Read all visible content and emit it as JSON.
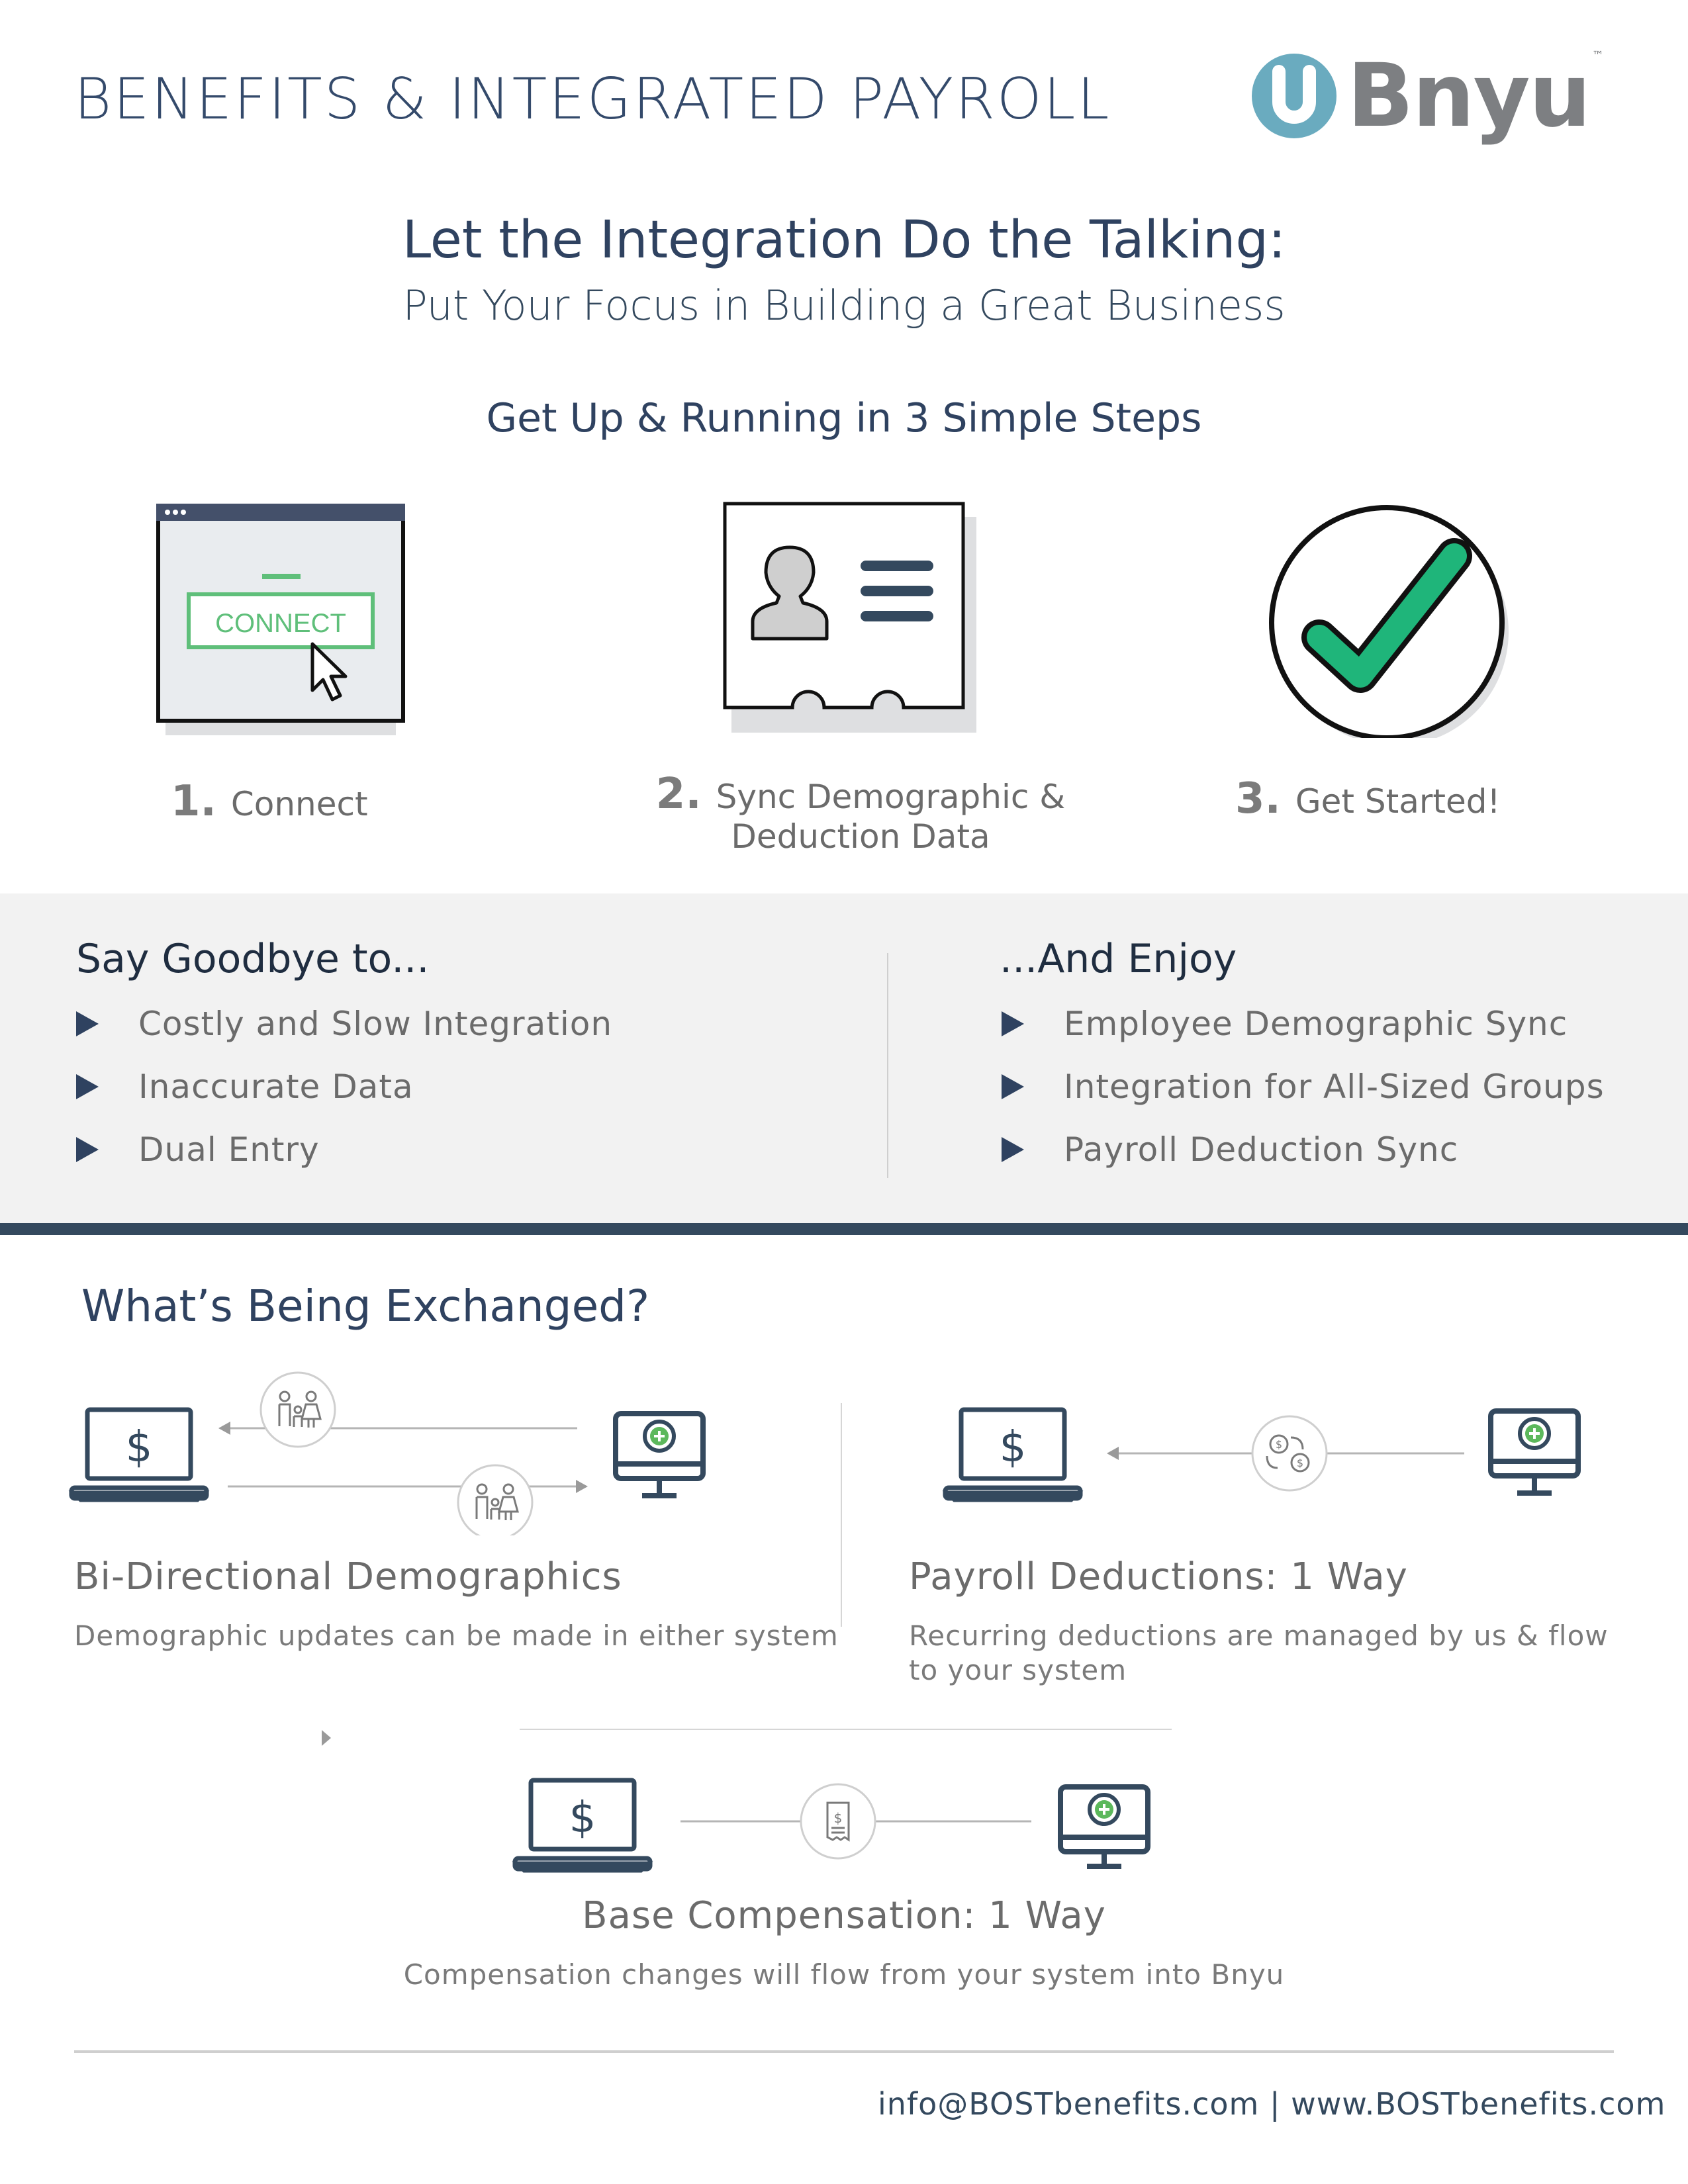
{
  "header": {
    "title": "BENEFITS & INTEGRATED PAYROLL",
    "logo_text": "Bnyu",
    "logo_tm": "™"
  },
  "intro": {
    "headline": "Let the Integration Do the Talking:",
    "subheadline": "Put Your Focus in Building a Great Business"
  },
  "steps": {
    "title": "Get Up & Running in 3 Simple Steps",
    "connect_button_text": "CONNECT",
    "items": [
      {
        "number": "1.",
        "label": "Connect"
      },
      {
        "number": "2.",
        "label_line1": "Sync Demographic &",
        "label_line2": "Deduction Data"
      },
      {
        "number": "3.",
        "label": "Get Started!"
      }
    ]
  },
  "goodbye": {
    "heading": "Say Goodbye to...",
    "items": [
      "Costly and Slow Integration",
      "Inaccurate Data",
      "Dual Entry"
    ]
  },
  "enjoy": {
    "heading": "...And Enjoy",
    "items": [
      "Employee Demographic Sync",
      "Integration for All-Sized Groups",
      "Payroll Deduction Sync"
    ]
  },
  "exchange": {
    "title": "What’s Being Exchanged?",
    "bidirectional": {
      "title": "Bi-Directional Demographics",
      "description": "Demographic updates can be made in either system"
    },
    "payroll": {
      "title": "Payroll Deductions: 1 Way",
      "description": "Recurring deductions are managed by us & flow to your system"
    },
    "base": {
      "title": "Base Compensation: 1 Way",
      "description": "Compensation changes will flow from your system into Bnyu"
    }
  },
  "footer": {
    "contact": "info@BOSTbenefits.com | www.BOSTbenefits.com"
  },
  "colors": {
    "navy": "#2f4260",
    "gray_text": "#6b6b6b",
    "connect_green": "#5fbf7a",
    "check_green": "#1fb57a",
    "logo_teal": "#6aabbf",
    "band_gray": "#f2f2f2"
  }
}
